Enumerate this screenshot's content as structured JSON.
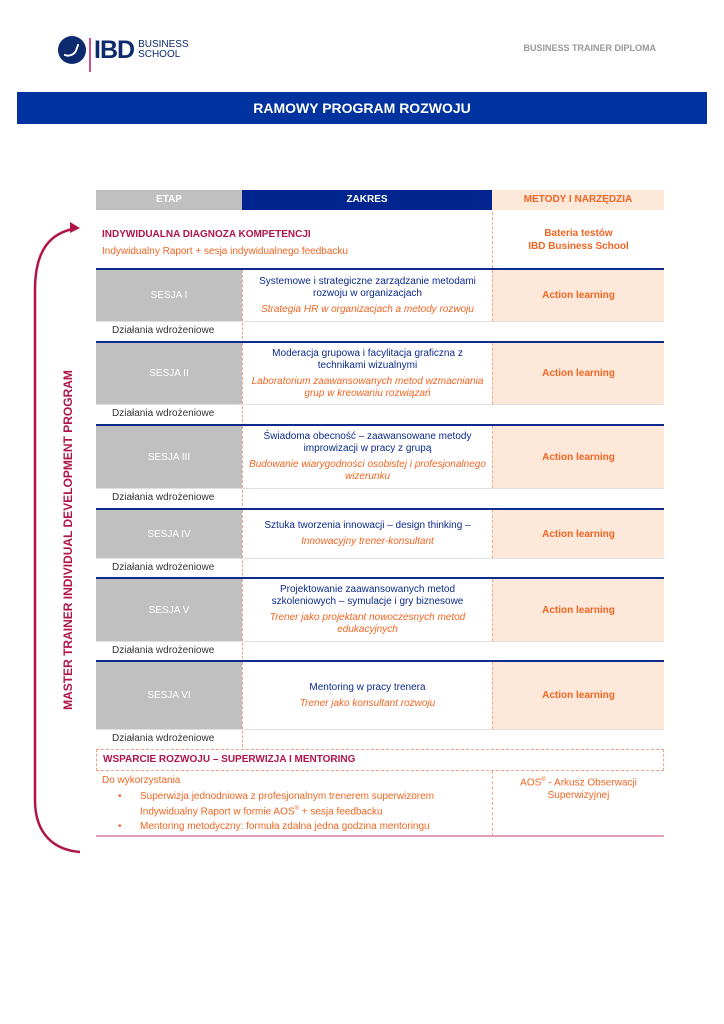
{
  "header": {
    "logo_main": "IBD",
    "logo_sub1": "BUSINESS",
    "logo_sub2": "SCHOOL",
    "top_right": "BUSINESS TRAINER DIPLOMA",
    "banner": "RAMOWY PROGRAM ROZWOJU"
  },
  "side_label": "MASTER TRAINER INDIVIDUAL DEVELOPMENT PROGRAM",
  "columns": {
    "etap": "ETAP",
    "zakres": "ZAKRES",
    "metody": "METODY I NARZĘDZIA"
  },
  "diagnosis": {
    "title": "INDYWIDUALNA DIAGNOZA KOMPETENCJI",
    "subtitle": "Indywidualny Raport + sesja indywidualnego feedbacku",
    "tool1": "Bateria testów",
    "tool2": "IBD Business School"
  },
  "sessions": [
    {
      "etap": "SESJA I",
      "topic": "Systemowe i strategiczne zarządzanie metodami rozwoju w organizacjach",
      "sub": "Strategia HR w organizacjach a metody rozwoju",
      "method": "Action learning"
    },
    {
      "etap": "SESJA II",
      "topic": "Moderacja grupowa i facylitacja graficzna z technikami wizualnymi",
      "sub": "Laboratorium zaawansowanych metod wzmacniania grup w kreowaniu rozwiązań",
      "method": "Action learning"
    },
    {
      "etap": "SESJA III",
      "topic": "Świadoma obecność – zaawansowane metody improwizacji w pracy z grupą",
      "sub": "Budowanie wiarygodności osobistej i profesjonalnego wizerunku",
      "method": "Action learning"
    },
    {
      "etap": "SESJA IV",
      "topic": "Sztuka tworzenia innowacji – design thinking –",
      "sub": "Innowacyjny trener-konsultant",
      "method": "Action learning"
    },
    {
      "etap": "SESJA V",
      "topic": "Projektowanie zaawansowanych metod szkoleniowych – symulacje i gry biznesowe",
      "sub": "Trener jako projektant nowoczesnych metod edukacyjnych",
      "method": "Action learning"
    },
    {
      "etap": "SESJA VI",
      "topic": "Mentoring w pracy trenera",
      "sub": "Trener jako konsultant rozwoju",
      "method": "Action learning"
    }
  ],
  "implementation_label": "Działania wdrożeniowe",
  "support": {
    "title": "WSPARCIE ROZWOJU – SUPERWIZJA I MENTORING",
    "intro": "Do wykorzystania",
    "bullet1a": "Superwizja jednodniowa z profesjonalnym trenerem superwizorem",
    "bullet1b": "Indywidualny Raport w formie AOS",
    "bullet1c": " + sesja feedbacku",
    "bullet2": "Mentoring metodyczny: formuła zdalna jedna godzina mentoringu",
    "reg": "®",
    "tool_a": "AOS",
    "tool_b": " - Arkusz Obserwacji Superwizyjnej"
  }
}
